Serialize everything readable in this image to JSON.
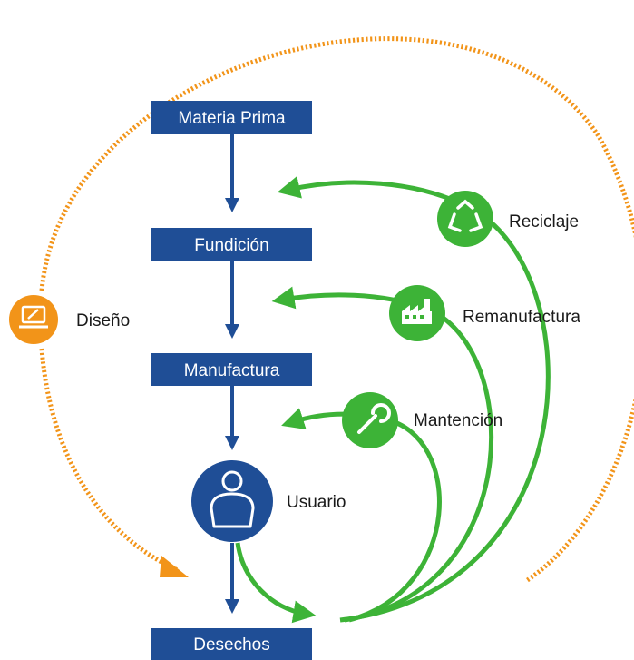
{
  "flow": {
    "steps": [
      "Materia Prima",
      "Fundición",
      "Manufactura"
    ],
    "user": "Usuario",
    "waste": "Desechos"
  },
  "loops": {
    "design": "Diseño",
    "recycling": "Reciclaje",
    "remanufacturing": "Remanufactura",
    "maintenance": "Mantención"
  },
  "icons": {
    "design": "laptop-pencil-icon",
    "recycling": "recycle-icon",
    "remanufacturing": "factory-icon",
    "maintenance": "wrench-icon",
    "user": "person-icon"
  },
  "colors": {
    "primary_blue": "#1f4e96",
    "circular_green": "#3db337",
    "design_orange": "#f29419",
    "text_dark": "#1a1a1a"
  }
}
